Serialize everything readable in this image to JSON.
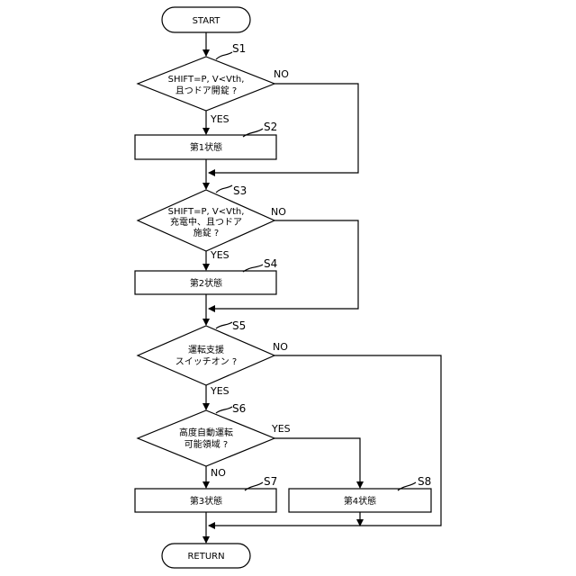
{
  "flowchart": {
    "start": "START",
    "end": "RETURN",
    "yes": "YES",
    "no": "NO",
    "s1": {
      "step": "S1",
      "lines": [
        "SHIFT=P, V<Vth,",
        "且つドア開錠 ?"
      ]
    },
    "s2": {
      "step": "S2",
      "text": "第1状態"
    },
    "s3": {
      "step": "S3",
      "lines": [
        "SHIFT=P, V<Vth,",
        "充電中、且つドア",
        "施錠 ?"
      ]
    },
    "s4": {
      "step": "S4",
      "text": "第2状態"
    },
    "s5": {
      "step": "S5",
      "lines": [
        "運転支援",
        "スイッチオン ?"
      ]
    },
    "s6": {
      "step": "S6",
      "lines": [
        "高度自動運転",
        "可能領域 ?"
      ]
    },
    "s7": {
      "step": "S7",
      "text": "第3状態"
    },
    "s8": {
      "step": "S8",
      "text": "第4状態"
    }
  }
}
